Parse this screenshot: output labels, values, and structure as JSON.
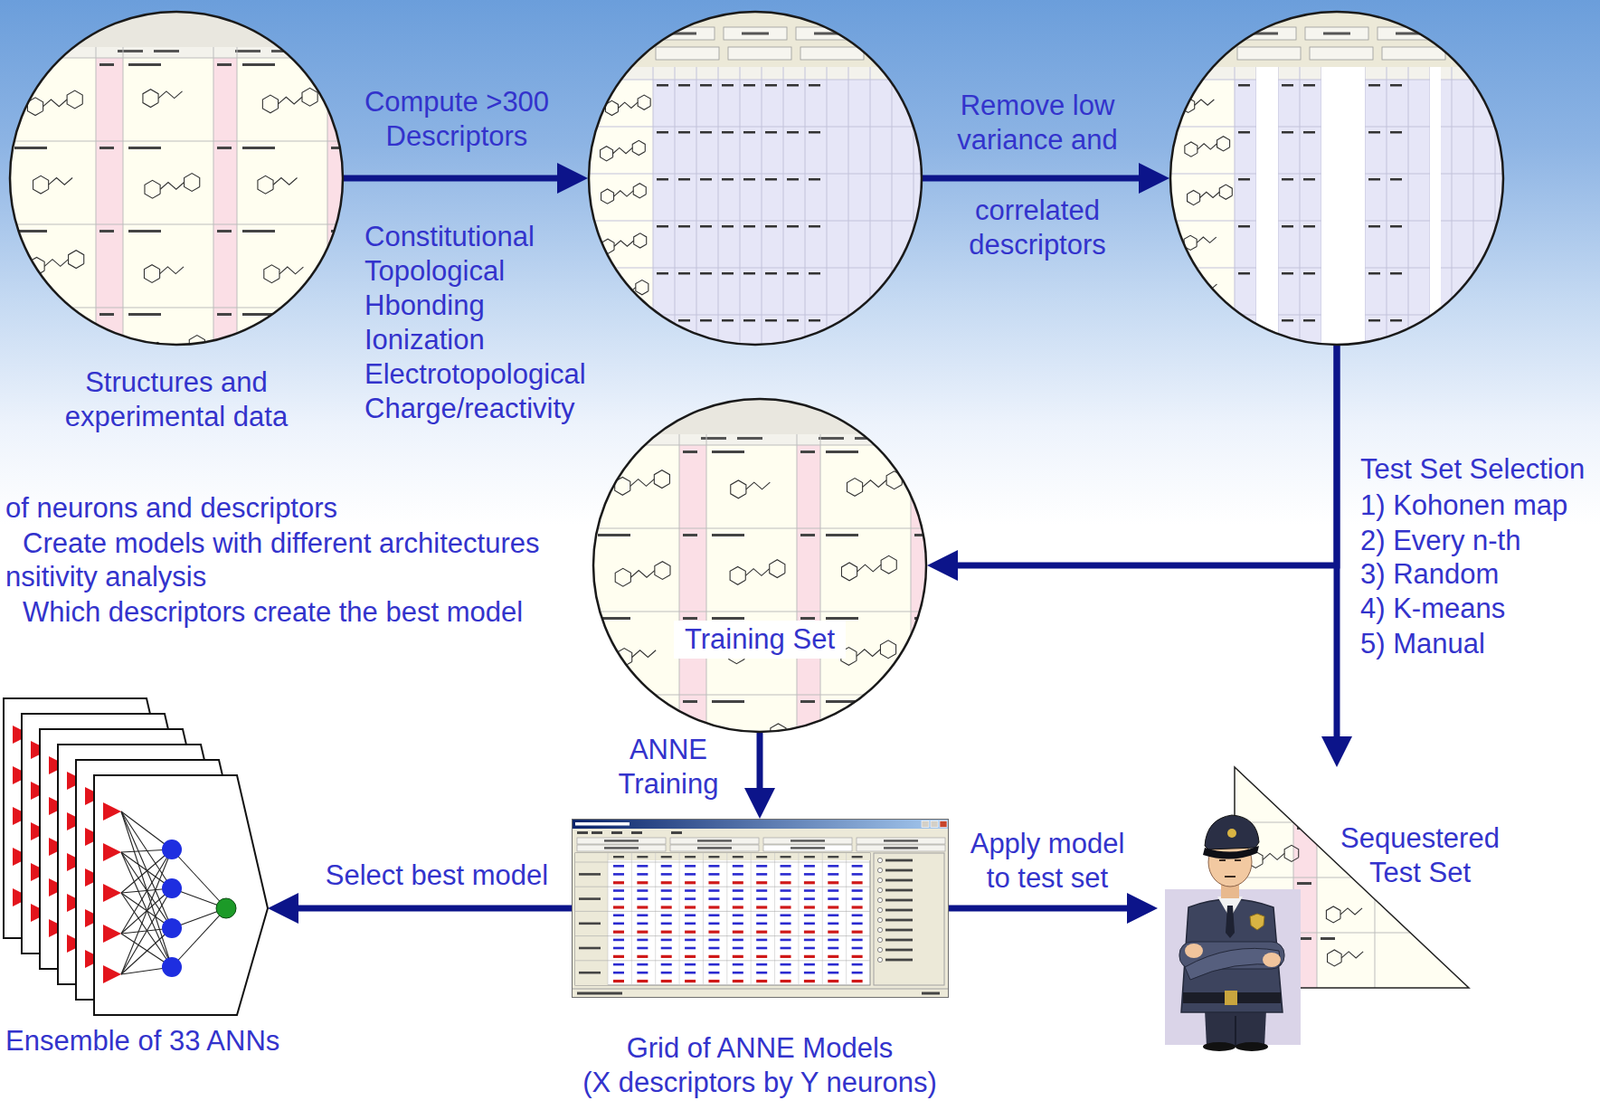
{
  "diagram": {
    "nodes": [
      {
        "text": [
          "Structures and experimental data"
        ]
      },
      {
        "text": []
      },
      {
        "text": []
      },
      {
        "text": [
          "Training Set"
        ]
      },
      {
        "text": [
          "Ensemble of 33 ANNs"
        ]
      },
      {
        "text": [
          "Grid of ANNE Models",
          "(X descriptors by Y neurons)"
        ]
      },
      {
        "text": [
          "Sequestered Test Set"
        ]
      }
    ],
    "edges": [
      {
        "from": 0,
        "to": 1,
        "arrow": "to",
        "label": "Compute >300 Descriptors"
      },
      {
        "from": 1,
        "to": 2,
        "arrow": "to",
        "label": "Remove low variance and"
      },
      {
        "from": 2,
        "to": 3,
        "arrow": "to"
      },
      {
        "from": 2,
        "to": 6,
        "arrow": "to"
      },
      {
        "from": 3,
        "to": 5,
        "arrow": "to",
        "label": "ANNE Training"
      },
      {
        "from": 5,
        "to": 4,
        "arrow": "to",
        "label": "Select best model"
      },
      {
        "from": 5,
        "to": 6,
        "arrow": "to",
        "label": "Apply model to test set"
      }
    ],
    "labels": [
      "Constitutional",
      "Topological",
      "Hbonding",
      "Ionization",
      "Electrotopological",
      "Charge/reactivity",
      "correlated descriptors",
      "Test Set Selection",
      "1) Kohonen map",
      "2) Every n-th",
      "3) Random",
      "4) K-means",
      "5) Manual",
      "of neurons and descriptors",
      "Create models with different architectures",
      "nsitivity analysis",
      "Which descriptors create the best model"
    ]
  }
}
